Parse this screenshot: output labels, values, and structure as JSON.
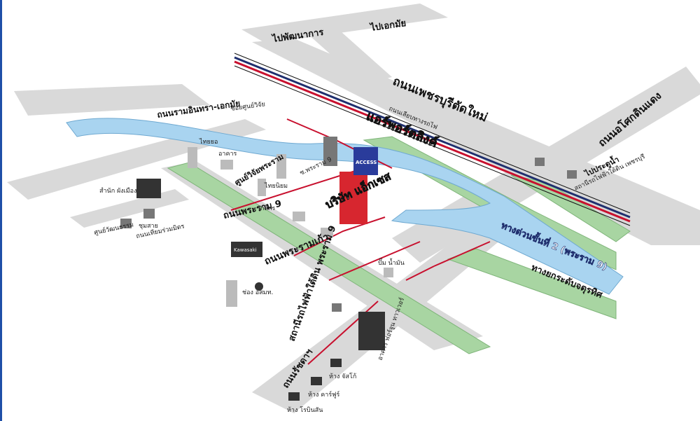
{
  "colors": {
    "road": "#d9d9d9",
    "expressway_blue": "#a9d4f0",
    "expressway_green": "#a8d5a2",
    "route_red": "#c8102e",
    "rail_red": "#c8102e",
    "rail_navy": "#1f2f6e",
    "building_red": "#d7262f",
    "sign_blue": "#2a3c9b",
    "left_bar": "#1f4fa8"
  },
  "labels": {
    "to_phatthanakan": "ไปพัฒนาการ",
    "to_ekkamai": "ไปเอกมัย",
    "petchaburi_new": "ถนนเพชรบุรีตัดใหม่",
    "airport_link": "แอร์พอร์ตลิงค์",
    "railway_road": "ถนนเลียบทางรถไฟ",
    "ramintra_ekkamai": "ถนนรามอินทรา-เอกมัย",
    "soi_soonwijai": "ซอยศูนย์วิจัย",
    "asoke_dindaeng": "ถนนอโศกดินแดง",
    "to_pratunam": "ไปประตูน้ำ",
    "mrt_phetchaburi": "สถานีรถไฟฟ้าใต้ดิน เพชรบุรี",
    "rama9_road": "ถนนพระราม 9",
    "rama9_old": "ถนนพระรามเก้า",
    "company_name": "บริษัท แอ็กเซส",
    "central_rama9": "ซ.พระราม 9",
    "expressway_2": "ทางด่วนขั้นที่ 2 (พระราม 9)",
    "chaloem": "ทางยกระดับจตุรทิศ",
    "mrt_rama9": "สถานีรถไฟฟ้าใต้ดิน พระราม 9",
    "ratchada": "ถนนรัชดาฯ",
    "fortune": "อาคาร ฟอร์จูน ทาวเวอร์",
    "petrol": "ปั๊ม น้ำมัน",
    "thai_ngee": "ไทยนิยม",
    "soonwijai_hosp": "ศูนย์วิจัยพระราม",
    "kasikorn": "กสิกร",
    "rama9_hosp": "ศูนย์วัฒนธรรม",
    "pantip": "ถนนเทียมร่วมมิตร",
    "samsung": "Kawasaki",
    "ptt": "ช่อง อสมท.",
    "dept_1": "ห้าง โรบินสัน",
    "dept_2": "ห้าง คาร์ฟูร์",
    "dept_3": "ห้าง จัสโก้",
    "office_1": "สำนัก ผังเมือง",
    "office_2": "ชุมสาย",
    "bldg_a": "อาคาร",
    "bldg_b": "ไทยยอ",
    "sign_text": "ACCESS"
  }
}
